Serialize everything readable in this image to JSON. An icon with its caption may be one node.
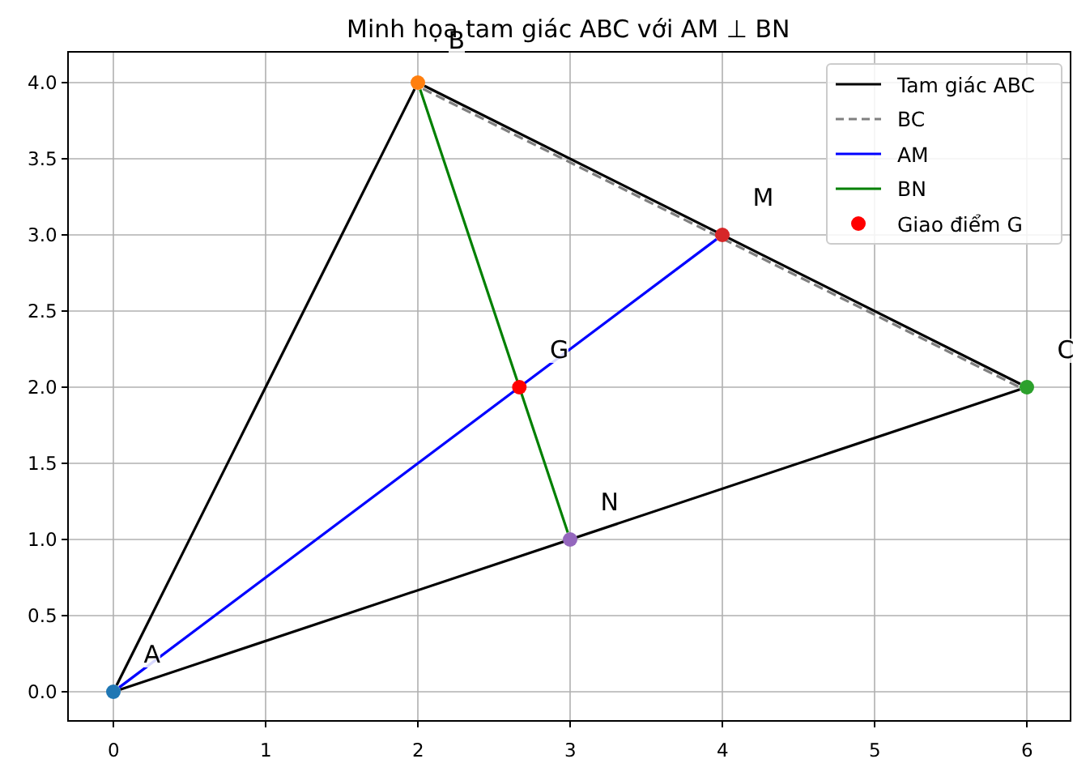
{
  "diagram": {
    "title": "Minh họa tam giác ABC với AM ⊥ BN",
    "nodes": [
      {
        "text": [],
        "shape": "circle",
        "beside": [
          "A"
        ]
      },
      {
        "text": [],
        "shape": "circle",
        "beside": [
          "B"
        ]
      },
      {
        "text": [],
        "shape": "circle",
        "beside": [
          "C"
        ]
      },
      {
        "text": [],
        "shape": "circle",
        "beside": [
          "M"
        ]
      },
      {
        "text": [],
        "shape": "circle",
        "beside": [
          "N"
        ]
      },
      {
        "text": [],
        "shape": "circle",
        "beside": [
          "G"
        ]
      }
    ],
    "edges": [
      {
        "from": 0,
        "to": 1,
        "arrow": "none"
      },
      {
        "from": 1,
        "to": 2,
        "arrow": "none"
      },
      {
        "from": 2,
        "to": 0,
        "arrow": "none"
      },
      {
        "from": 1,
        "to": 2,
        "arrow": "none",
        "style": "dashed",
        "color": "#808080"
      },
      {
        "from": 0,
        "to": 3,
        "arrow": "none",
        "color": "#0000ff"
      },
      {
        "from": 1,
        "to": 4,
        "arrow": "none",
        "color": "#008000"
      }
    ],
    "labels": [
      "4.0",
      "3.5",
      "3.0",
      "2.5",
      "2.0",
      "1.5",
      "1.0",
      "0.5",
      "0.0",
      "0",
      "1",
      "2",
      "3",
      "4",
      "5",
      "6"
    ],
    "legend": [
      {
        "text": "Tam giác ABC"
      },
      {
        "text": "BC"
      },
      {
        "text": "AM"
      },
      {
        "text": "BN"
      },
      {
        "text": "Giao điểm G"
      }
    ]
  }
}
